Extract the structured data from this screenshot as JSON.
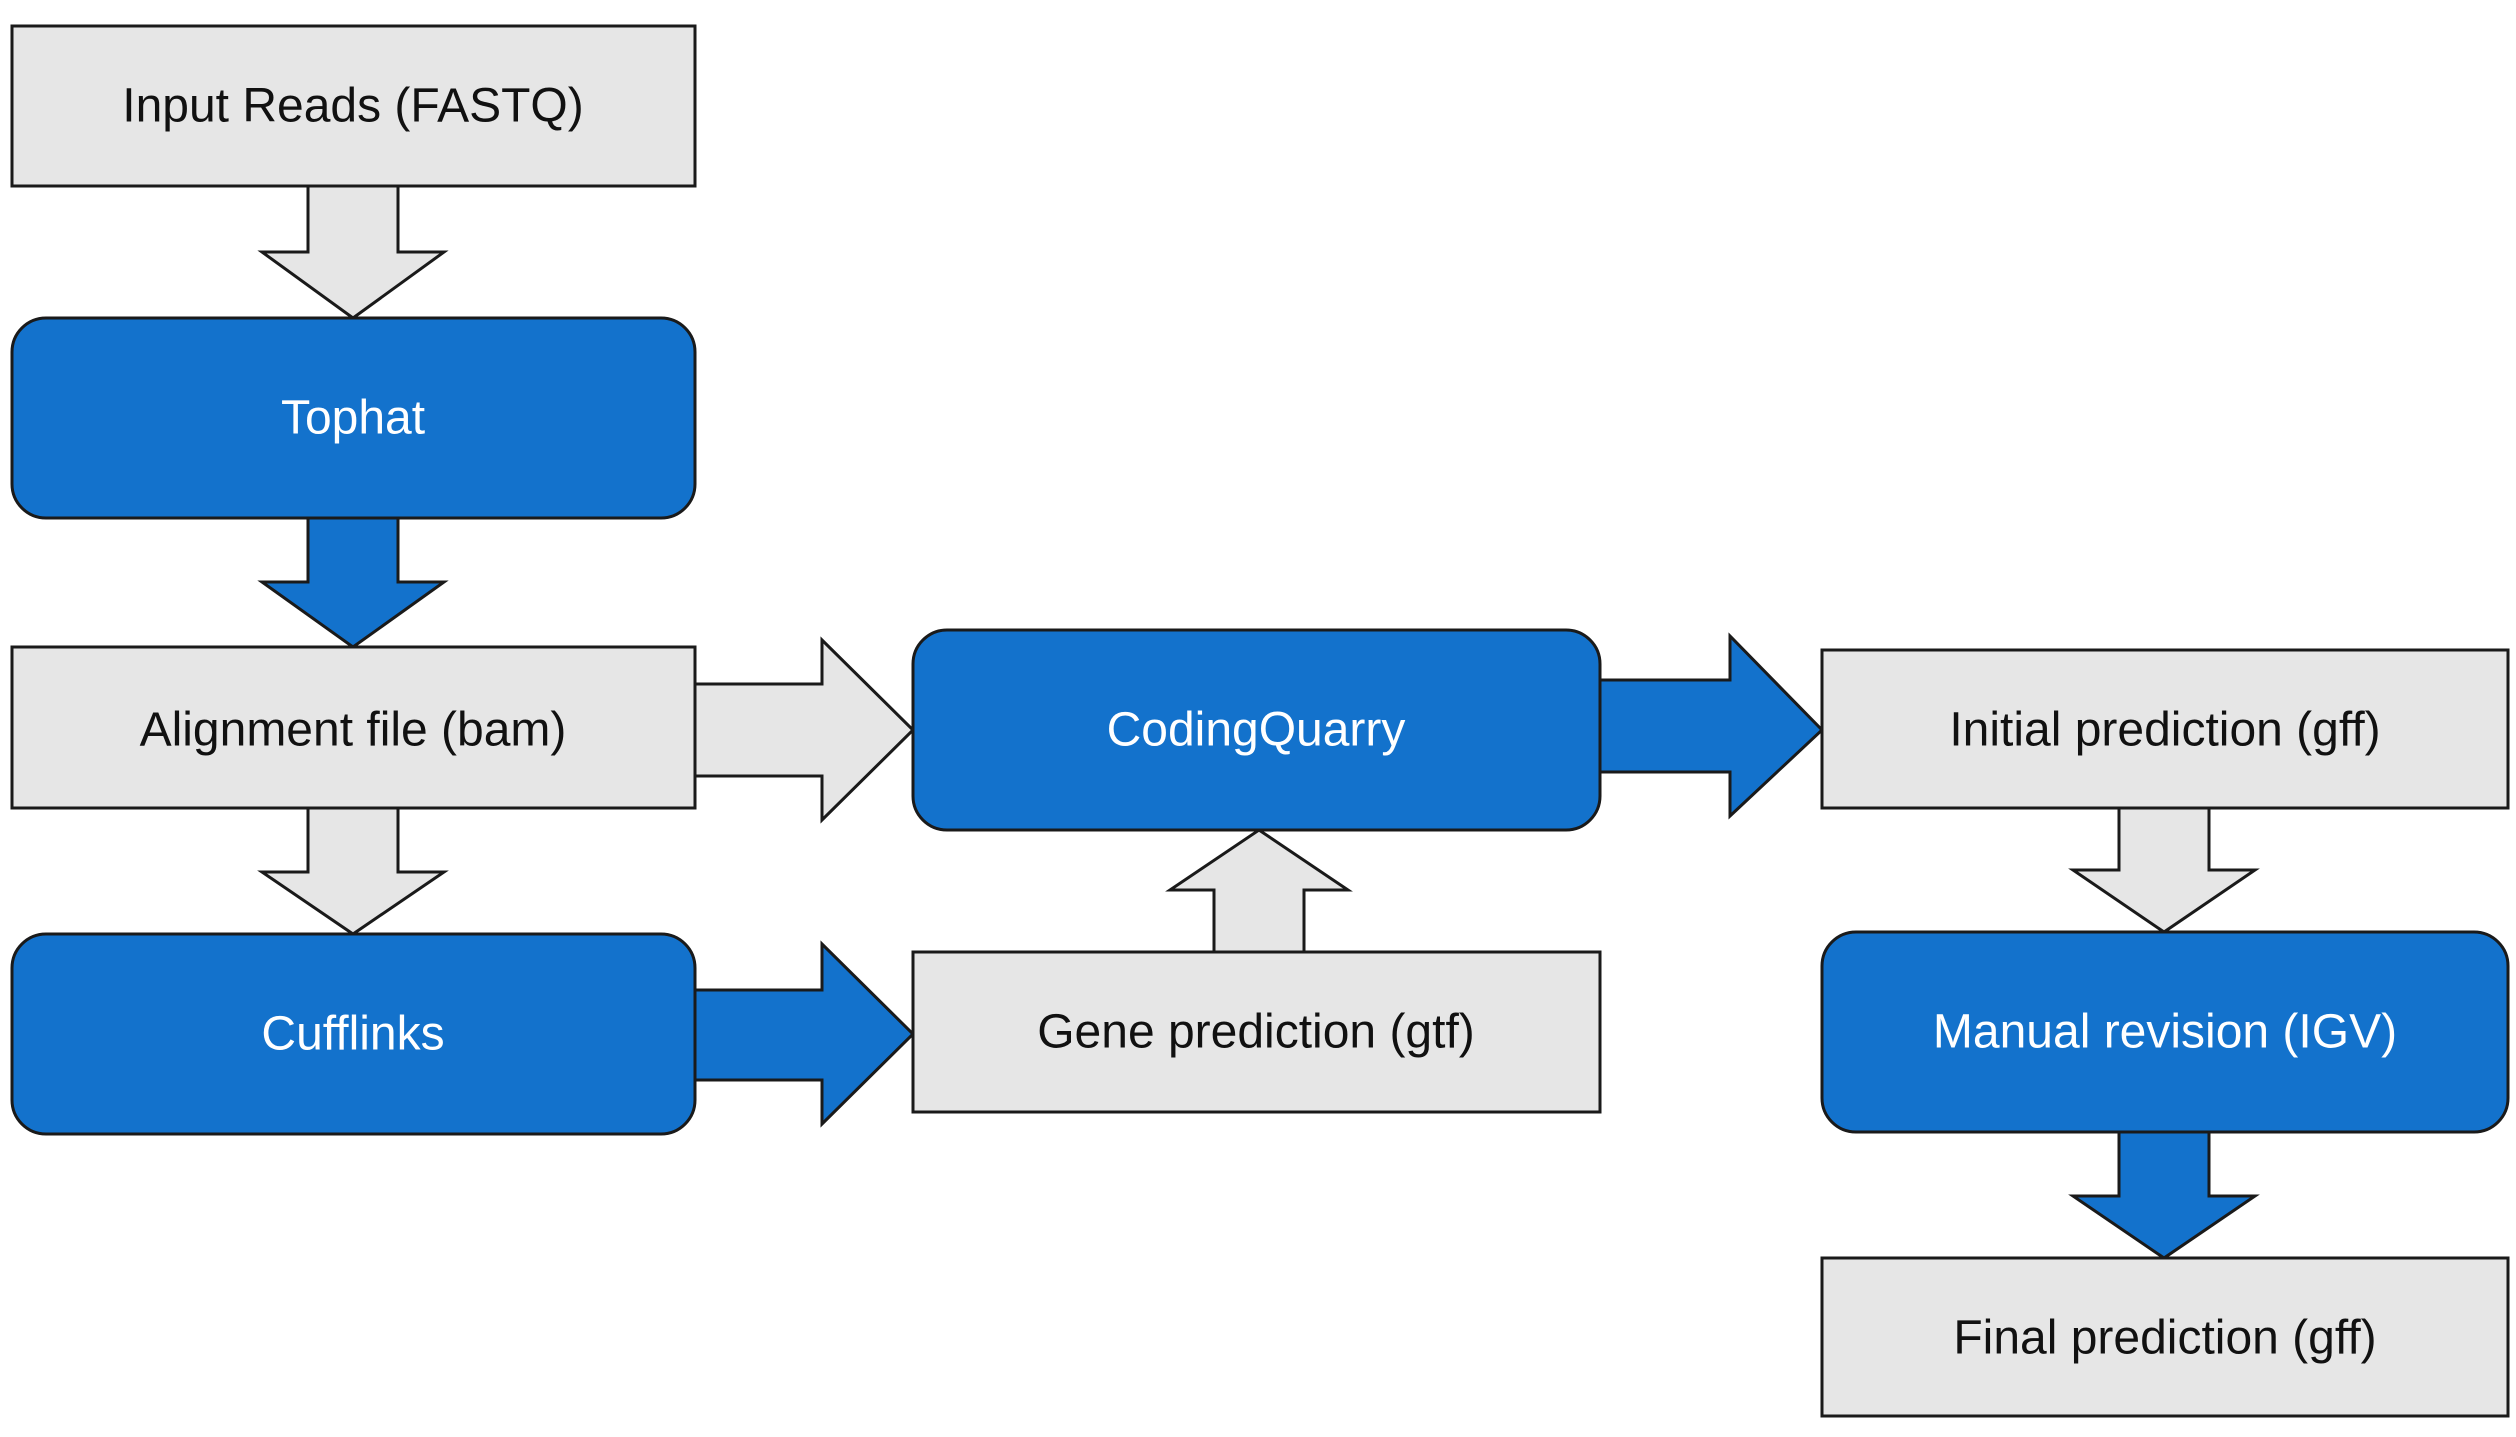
{
  "colors": {
    "tool_fill": "#1372CC",
    "file_fill": "#E6E6E6",
    "outline": "#1A1A1A",
    "tool_text": "#FFFFFF",
    "file_text": "#111111",
    "background": "#FFFFFF"
  },
  "nodes": {
    "input_reads": "Input Reads (FASTQ)",
    "tophat": "Tophat",
    "alignment_file": "Alignment file (bam)",
    "cufflinks": "Cufflinks",
    "codingquarry": "CodingQuarry",
    "gene_prediction": "Gene prediction (gtf)",
    "initial_prediction": "Initial prediction (gff)",
    "manual_revision": "Manual revision (IGV)",
    "final_prediction": "Final prediction (gff)"
  }
}
